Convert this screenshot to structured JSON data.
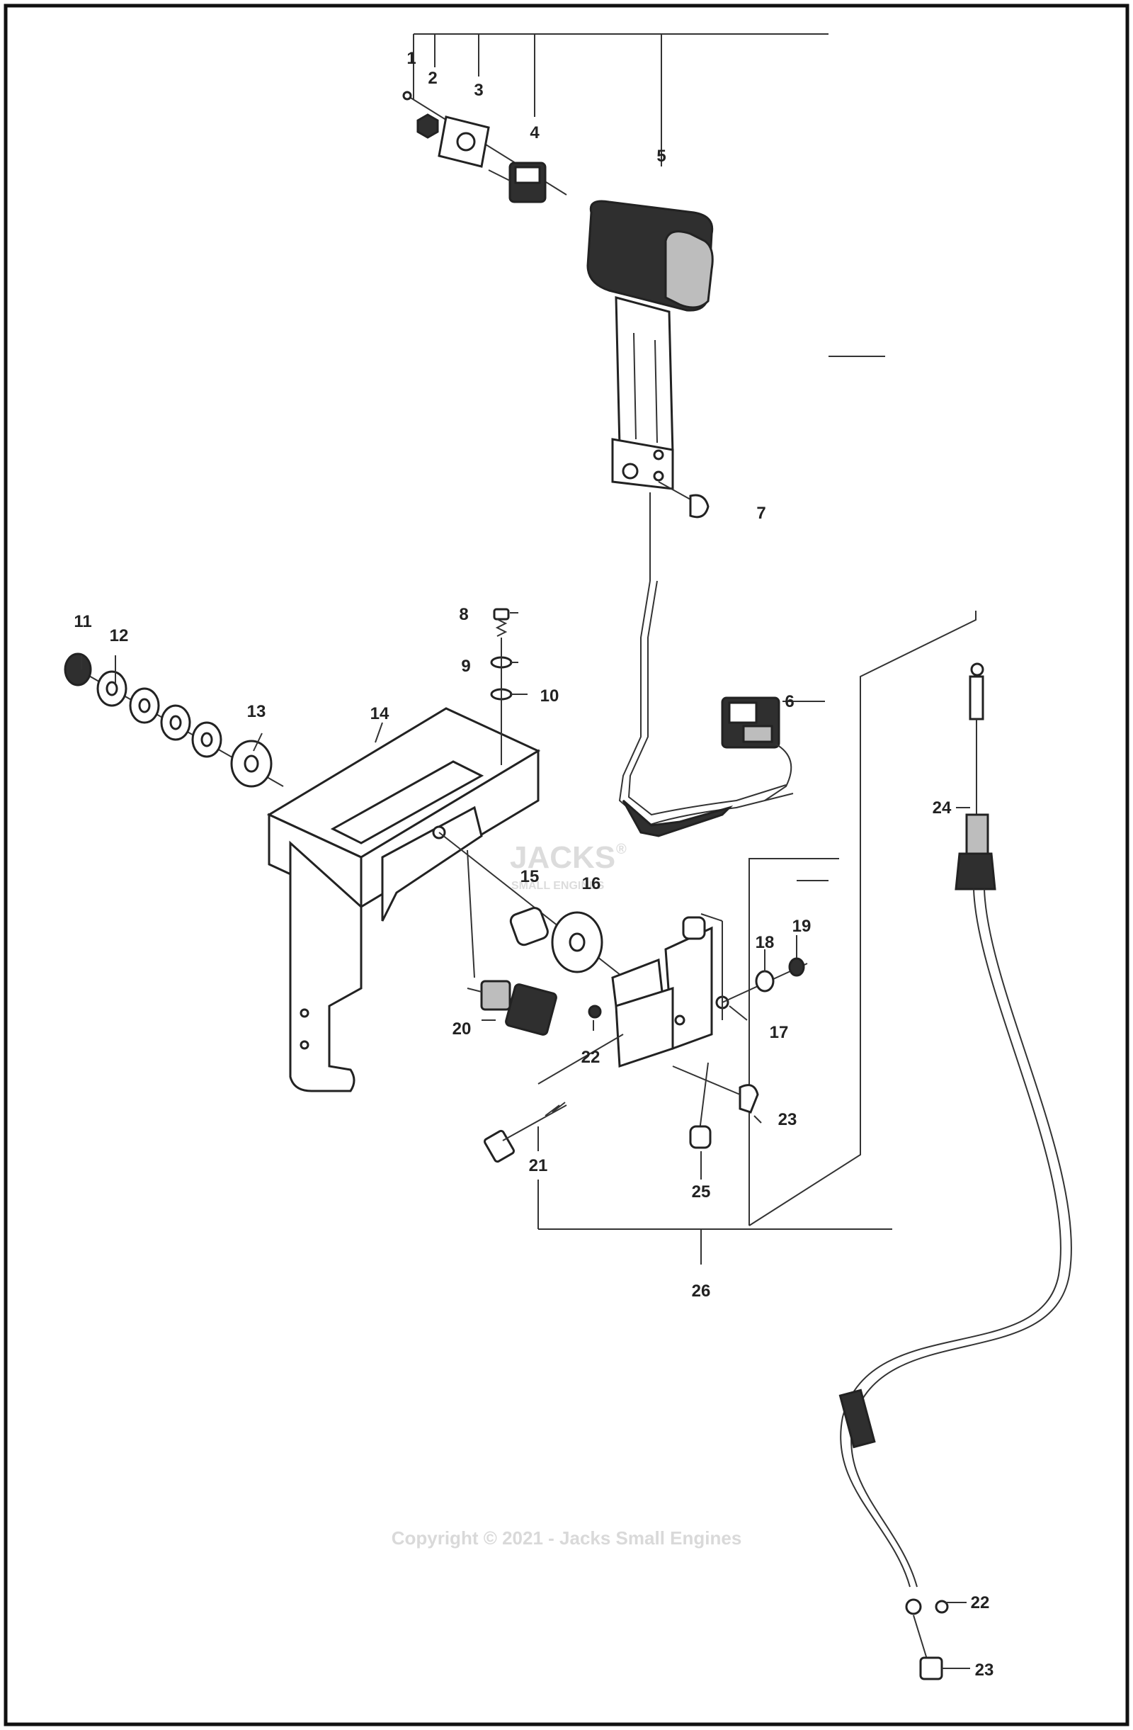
{
  "diagram": {
    "frame_color": "#111111",
    "watermark": {
      "logo_main": "JACKS",
      "logo_sub": "SMALL ENGINES",
      "logo_mark": "®",
      "copyright": "Copyright © 2021 - Jacks Small Engines"
    },
    "callouts": {
      "c1": "1",
      "c2": "2",
      "c3": "3",
      "c4": "4",
      "c5": "5",
      "c6": "6",
      "c7": "7",
      "c8": "8",
      "c9": "9",
      "c10": "10",
      "c11": "11",
      "c12": "12",
      "c13": "13",
      "c14": "14",
      "c15": "15",
      "c16": "16",
      "c17": "17",
      "c18": "18",
      "c19": "19",
      "c20": "20",
      "c21": "21",
      "c22a": "22",
      "c22b": "22",
      "c23a": "23",
      "c23b": "23",
      "c24": "24",
      "c25": "25",
      "c26": "26"
    }
  }
}
